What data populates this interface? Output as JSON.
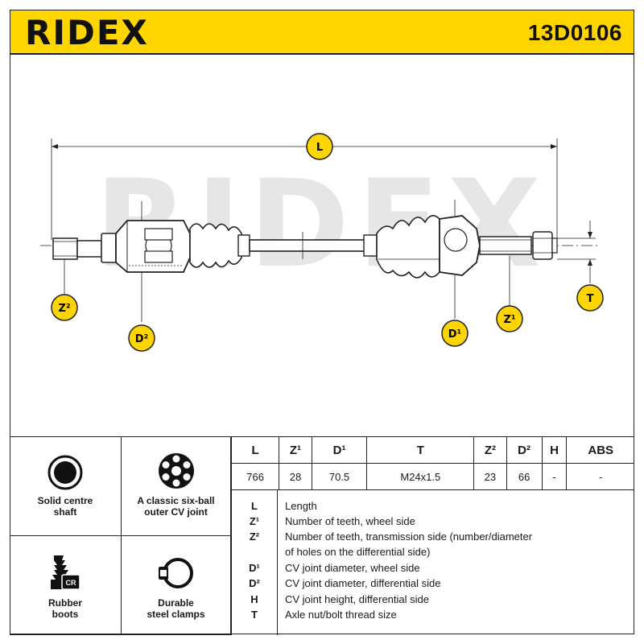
{
  "header": {
    "brand": "RIDEX",
    "part_number": "13D0106"
  },
  "colors": {
    "accent": "#ffd500",
    "line": "#1a1a1a",
    "watermark": "#e4e4e4"
  },
  "drawing": {
    "dimension_labels": {
      "L": "L",
      "Z2_left": "Z²",
      "D2": "D²",
      "D1": "D¹",
      "Z1": "Z¹",
      "T": "T"
    }
  },
  "features": [
    {
      "label": "Solid centre\nshaft",
      "icon": "solid-shaft-icon"
    },
    {
      "label": "A classic six-ball\nouter CV joint",
      "icon": "six-ball-joint-icon"
    },
    {
      "label": "Rubber\nboots",
      "icon": "rubber-boot-icon"
    },
    {
      "label": "Durable\nsteel clamps",
      "icon": "steel-clamp-icon"
    }
  ],
  "boot_badge": "CR",
  "spec_table": {
    "headers": [
      "L",
      "Z¹",
      "D¹",
      "T",
      "Z²",
      "D²",
      "H",
      "ABS"
    ],
    "values": [
      "766",
      "28",
      "70.5",
      "M24x1.5",
      "23",
      "66",
      "-",
      "-"
    ]
  },
  "legend": [
    {
      "key": "L",
      "text": "Length"
    },
    {
      "key": "Z¹",
      "text": "Number of teeth, wheel side"
    },
    {
      "key": "Z²",
      "text": "Number of teeth, transmission side (number/diameter"
    },
    {
      "key": "",
      "text": "of holes on the differential side)"
    },
    {
      "key": "D¹",
      "text": "CV joint diameter, wheel side"
    },
    {
      "key": "D²",
      "text": "CV joint diameter, differential side"
    },
    {
      "key": "H",
      "text": "CV joint height, differential side"
    },
    {
      "key": "T",
      "text": "Axle nut/bolt thread size"
    }
  ]
}
